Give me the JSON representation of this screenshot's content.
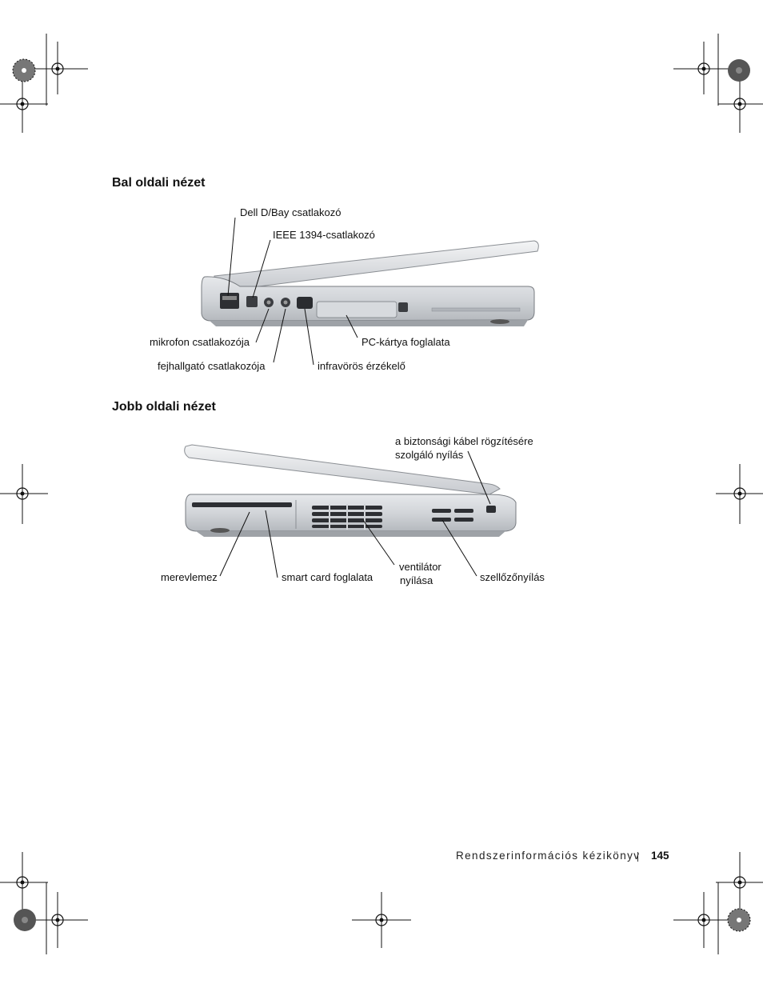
{
  "sections": {
    "left_view": {
      "heading": "Bal oldali nézet",
      "callouts": {
        "dbay": "Dell D/Bay csatlakozó",
        "ieee": "IEEE 1394-csatlakozó",
        "mic": "mikrofon csatlakozója",
        "headphone": "fejhallgató csatlakozója",
        "infrared": "infravörös érzékelő",
        "pccard": "PC-kártya foglalata"
      }
    },
    "right_view": {
      "heading": "Jobb oldali nézet",
      "callouts": {
        "security_line1": "a biztonsági kábel rögzítésére",
        "security_line2": "szolgáló nyílás",
        "harddrive": "merevlemez",
        "smartcard": "smart card foglalata",
        "fan_line1": "ventilátor",
        "fan_line2": "nyílása",
        "vent": "szellőzőnyílás"
      }
    }
  },
  "footer": {
    "title": "Rendszerinformációs kézikönyv",
    "page_number": "145"
  }
}
